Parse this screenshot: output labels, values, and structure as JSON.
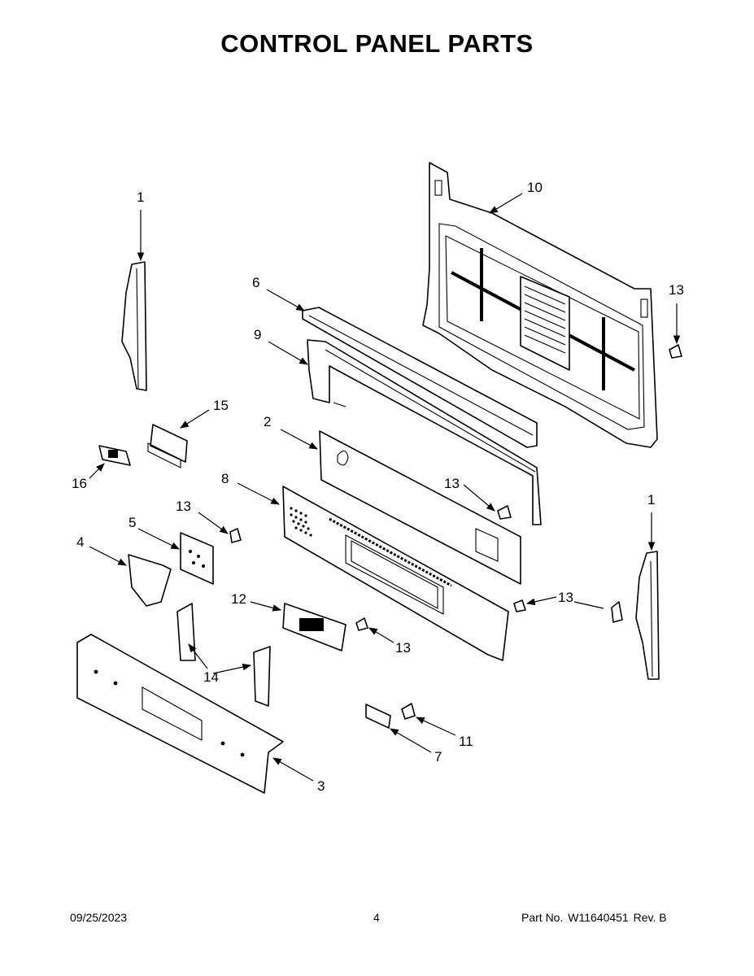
{
  "page": {
    "title": "CONTROL PANEL PARTS",
    "footer": {
      "date": "09/25/2023",
      "page_number": "4",
      "part_label": "Part No.",
      "part_number": "W11640451",
      "revision": "Rev. B"
    }
  },
  "callouts": {
    "c1_left": "1",
    "c1_right": "1",
    "c2": "2",
    "c3": "3",
    "c4": "4",
    "c5": "5",
    "c6": "6",
    "c7": "7",
    "c8": "8",
    "c9": "9",
    "c10": "10",
    "c11": "11",
    "c12": "12",
    "c13_a": "13",
    "c13_b": "13",
    "c13_c": "13",
    "c13_d": "13",
    "c13_e": "13",
    "c14": "14",
    "c15": "15",
    "c16": "16"
  }
}
